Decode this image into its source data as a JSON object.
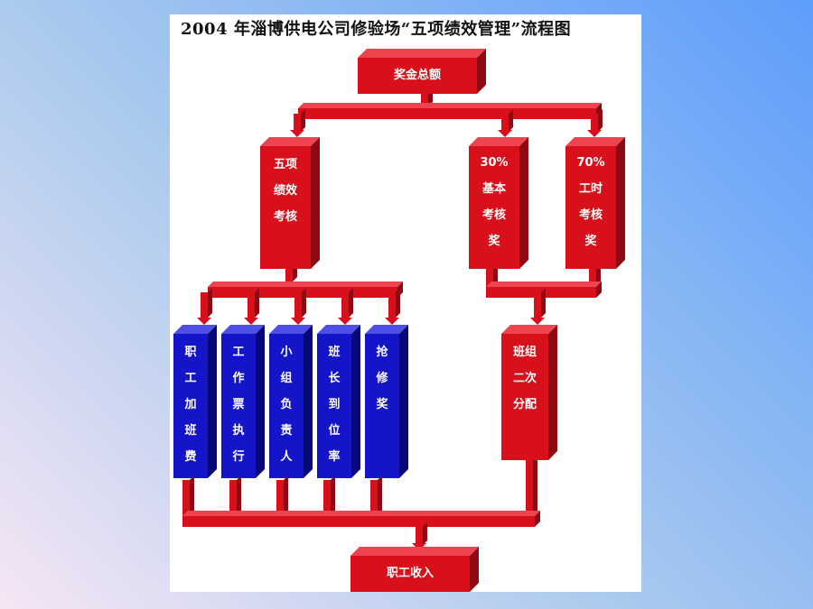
{
  "title": "2004 年淄博供电公司修验场“五项绩效管理”流程图",
  "nodes": {
    "bonus_total": {
      "lines": [
        "奖金总额"
      ]
    },
    "performance": {
      "lines": [
        "五项",
        "绩效",
        "考核"
      ]
    },
    "basic": {
      "lines": [
        "30%",
        "基本",
        "考核",
        "奖"
      ]
    },
    "hours": {
      "lines": [
        "70%",
        "工时",
        "考核",
        "奖"
      ]
    },
    "overtime": {
      "lines": [
        "职",
        "工",
        "加",
        "班",
        "费"
      ]
    },
    "ticket": {
      "lines": [
        "工",
        "作",
        "票",
        "执",
        "行"
      ]
    },
    "leader": {
      "lines": [
        "小",
        "组",
        "负",
        "责",
        "人"
      ]
    },
    "attendance": {
      "lines": [
        "班",
        "长",
        "到",
        "位",
        "率"
      ]
    },
    "repair": {
      "lines": [
        "抢",
        "修",
        "奖"
      ]
    },
    "team_split": {
      "lines": [
        "班组",
        "二次",
        "分配"
      ]
    },
    "income": {
      "lines": [
        "职工收入"
      ]
    }
  },
  "colors": {
    "red_front": "#d8101b",
    "red_side": "#8e0a12",
    "red_top": "#ee4450",
    "blue_front": "#1414c8",
    "blue_side": "#080878",
    "blue_top": "#4f4fe8"
  }
}
